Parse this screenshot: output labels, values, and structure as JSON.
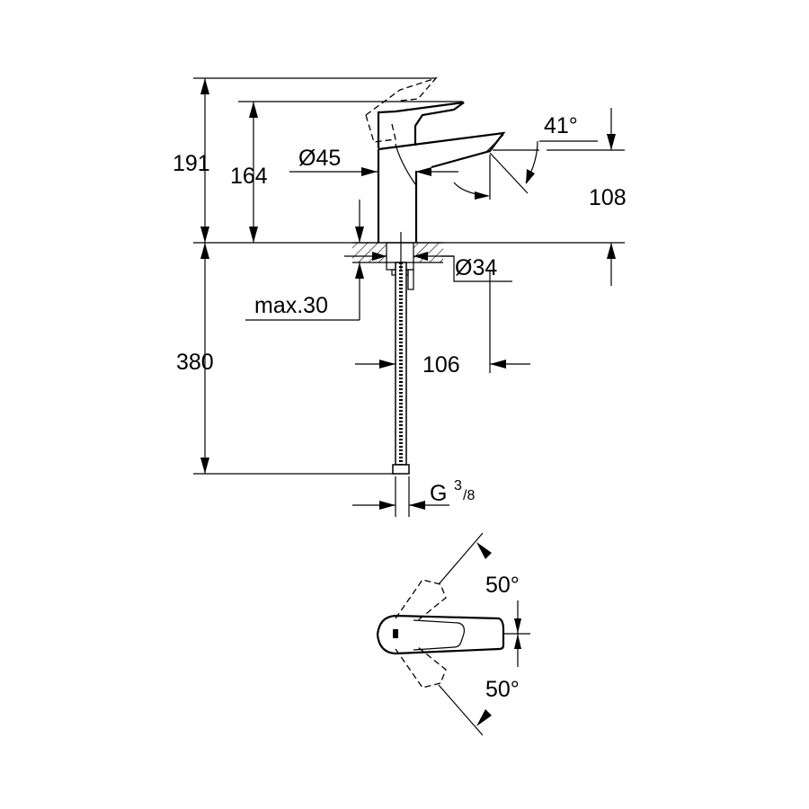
{
  "drawing": {
    "dimensions": {
      "total_height": "191",
      "body_height": "164",
      "body_diameter": "Ø45",
      "spout_angle": "41°",
      "spout_height": "108",
      "hole_diameter": "Ø34",
      "max_counter_thickness": "max.30",
      "hose_length": "380",
      "projection": "106",
      "thread_prefix": "G",
      "thread_num": "3",
      "thread_den": "/8",
      "swivel_left": "50°",
      "swivel_right": "50°"
    }
  }
}
